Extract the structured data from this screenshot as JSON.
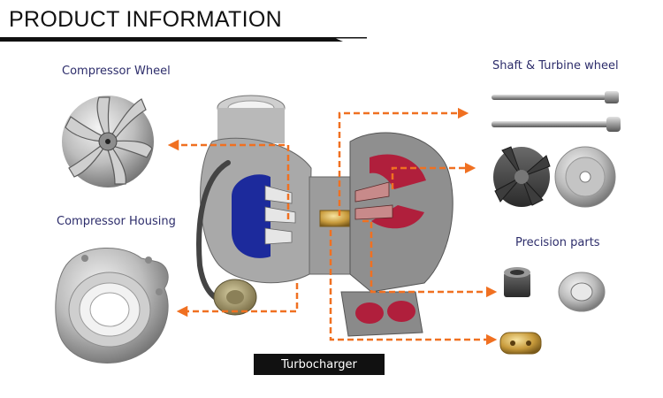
{
  "header": {
    "title": "PRODUCT INFORMATION"
  },
  "labels": {
    "compressor_wheel": "Compressor Wheel",
    "compressor_housing": "Compressor Housing",
    "shaft_turbine_wheel": "Shaft & Turbine wheel",
    "precision_parts": "Precision parts",
    "caption": "Turbocharger"
  },
  "colors": {
    "arrow": "#f07021",
    "label_text": "#2d2d6b",
    "caption_bg": "#111111",
    "compressor_blue": "#1c2a9c",
    "turbine_red": "#b01f3c",
    "metal_light": "#d9d9d9",
    "metal_dark": "#8a8a8a"
  }
}
